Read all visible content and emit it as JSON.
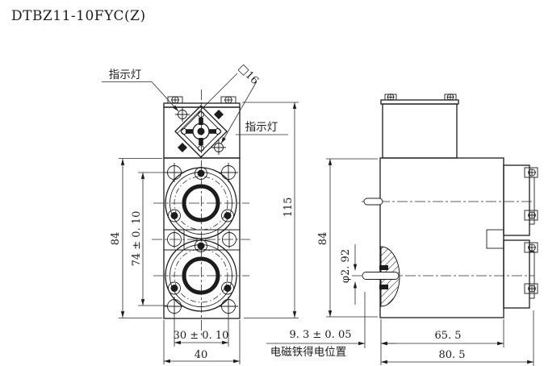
{
  "title": "DTBZ11-10FYC(Z)",
  "front_view": {
    "label_indicator_left": "指示灯",
    "label_indicator_right": "指示灯",
    "label_square": "□16",
    "dim_total_height": "115",
    "dim_body_height": "84",
    "dim_hole_spacing_v": "74 ± 0. 10",
    "dim_hole_spacing_h": "30 ± 0. 10",
    "dim_width": "40"
  },
  "side_view": {
    "dim_body_height": "84",
    "dim_pin_diameter": "φ2. 92",
    "dim_pin_position": "9. 3 ± 0. 05",
    "label_energized_position": "电磁铁得电位置",
    "dim_depth_body": "65. 5",
    "dim_depth_total": "80. 5"
  },
  "colors": {
    "line": "#1c1c1c",
    "background": "#ffffff"
  }
}
